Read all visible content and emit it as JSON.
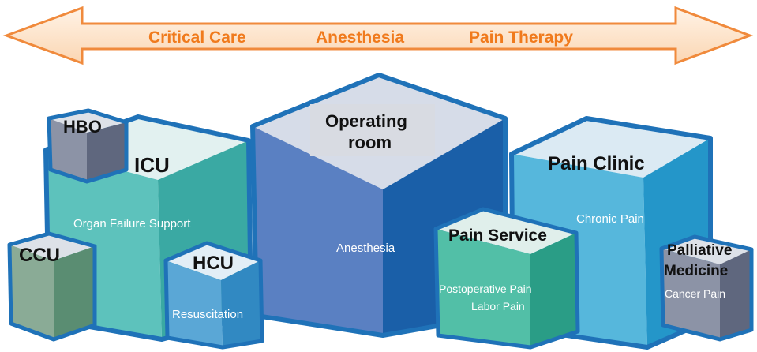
{
  "banner": {
    "items": [
      "Critical Care",
      "Anesthesia",
      "Pain Therapy"
    ],
    "text_color": "#f07a1c",
    "arrow_fill": "#fde3cc",
    "arrow_stroke": "#f08a3c"
  },
  "blocks": {
    "hbo": {
      "title": "HBO"
    },
    "icu": {
      "title": "ICU",
      "subtitle": "Organ Failure Support"
    },
    "ccu": {
      "title": "CCU"
    },
    "hcu": {
      "title": "HCU",
      "subtitle": "Resuscitation"
    },
    "operating_room": {
      "title_line1": "Operating",
      "title_line2": "room",
      "subtitle": "Anesthesia"
    },
    "pain_service": {
      "title": "Pain Service",
      "subtitle_line1": "Postoperative Pain",
      "subtitle_line2": "Labor Pain"
    },
    "pain_clinic": {
      "title": "Pain Clinic",
      "subtitle": "Chronic Pain"
    },
    "palliative": {
      "title_line1": "Palliative",
      "title_line2": "Medicine",
      "subtitle": "Cancer Pain"
    }
  },
  "colors": {
    "outline": "#1f72b8",
    "icu_top": "#e2f1f0",
    "icu_left": "#5dc2bc",
    "icu_right": "#3aa9a3",
    "or_top": "#d6dce8",
    "or_left": "#5a80c2",
    "or_right": "#1a5fa8",
    "pc_top": "#dbeaf3",
    "pc_left": "#56b7dc",
    "pc_right": "#2496c9",
    "gray_top": "#dde1e8",
    "gray_left": "#8c93a6",
    "gray_right": "#5f677e"
  }
}
